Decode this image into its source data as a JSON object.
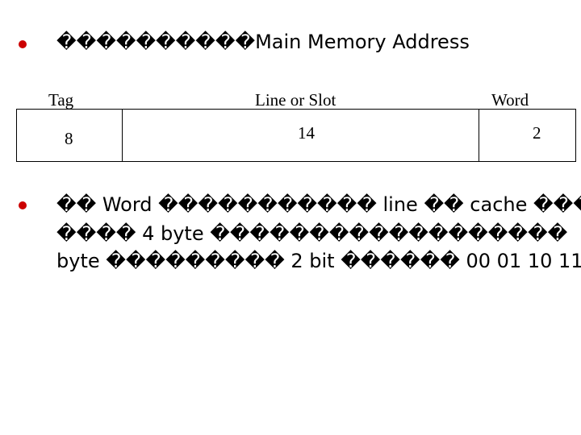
{
  "heading": {
    "text": "����������Main Memory Address"
  },
  "table": {
    "headers": [
      "Tag",
      "Line or Slot",
      "Word"
    ],
    "values": [
      "8",
      "14",
      "2"
    ]
  },
  "paragraph": {
    "lines": [
      "�� Word ����������� line �� cache ���",
      "���� 4 byte ������������������",
      "byte ��������� 2 bit ������ 00 01 10 11"
    ]
  },
  "colors": {
    "bullet": "#cc0000",
    "text": "#000000",
    "background": "#ffffff"
  }
}
